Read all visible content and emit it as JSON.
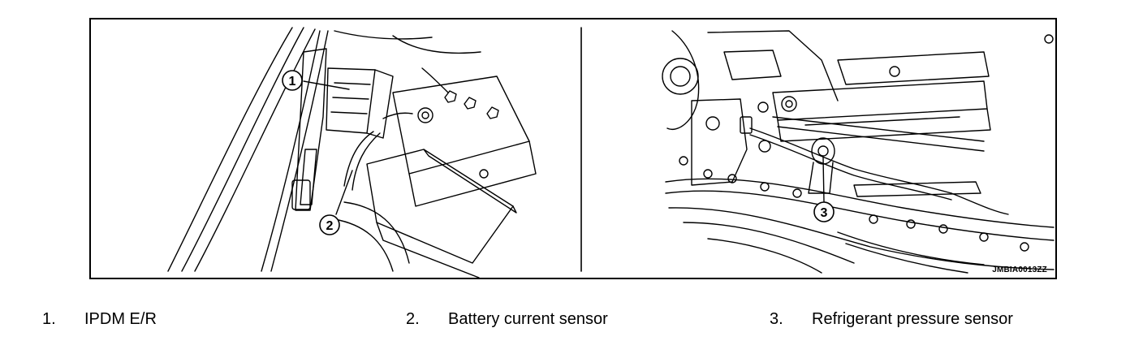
{
  "figure": {
    "code": "JMBIA0013ZZ",
    "callouts": [
      "1",
      "2",
      "3"
    ]
  },
  "legend": [
    {
      "number": "1.",
      "label": "IPDM E/R"
    },
    {
      "number": "2.",
      "label": "Battery current sensor"
    },
    {
      "number": "3.",
      "label": "Refrigerant pressure sensor"
    }
  ]
}
